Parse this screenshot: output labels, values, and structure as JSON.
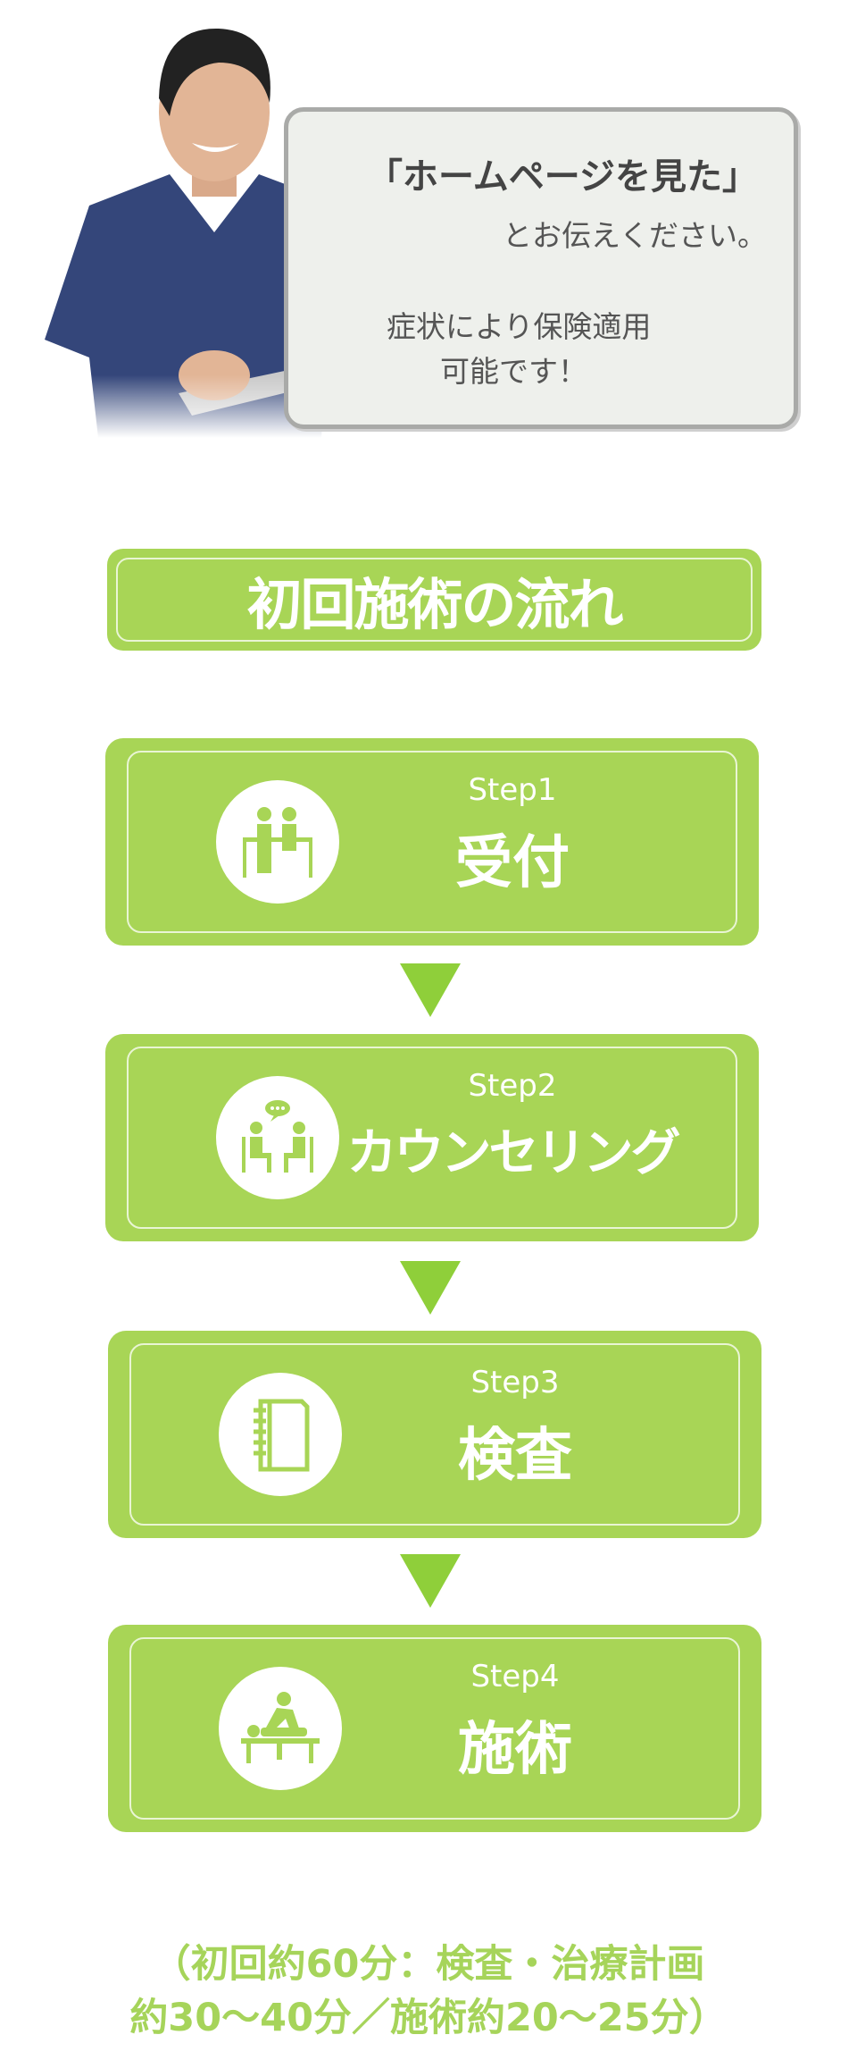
{
  "bubble": {
    "line1": "「ホームページを見た」",
    "line2": "とお伝えください。",
    "line3": "症状により保険適用",
    "line4": "可能です！"
  },
  "section_title": "初回施術の流れ",
  "steps": [
    {
      "label": "Step1",
      "name": "受付",
      "icon": "reception-desk-icon"
    },
    {
      "label": "Step2",
      "name": "カウンセリング",
      "icon": "counseling-icon"
    },
    {
      "label": "Step3",
      "name": "検査",
      "icon": "notebook-icon"
    },
    {
      "label": "Step4",
      "name": "施術",
      "icon": "treatment-icon"
    }
  ],
  "footer": {
    "line1": "（初回約60分：検査・治療計画",
    "line2": "約30〜40分／施術約20〜25分）"
  },
  "colors": {
    "accent": "#a8d556",
    "arrow": "#8fcf3a",
    "footer_text": "#a6d45a"
  }
}
